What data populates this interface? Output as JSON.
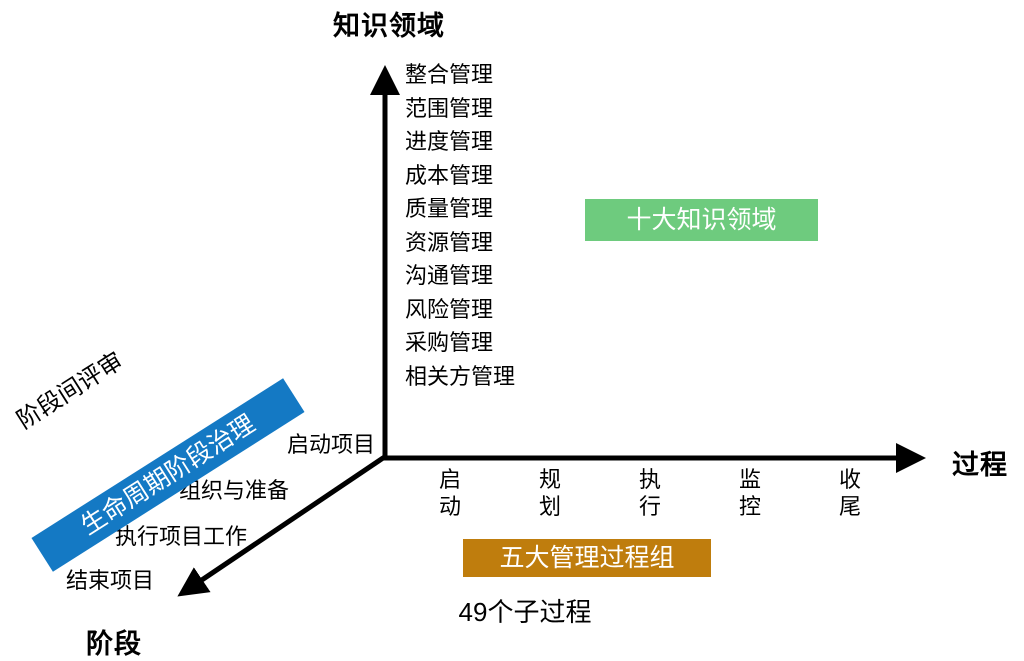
{
  "diagram": {
    "title_knowledge_axis": "知识领域",
    "title_process_axis": "过程",
    "title_phase_axis": "阶段",
    "knowledge_areas": [
      "整合管理",
      "范围管理",
      "进度管理",
      "成本管理",
      "质量管理",
      "资源管理",
      "沟通管理",
      "风险管理",
      "采购管理",
      "相关方管理"
    ],
    "process_groups": [
      {
        "line1": "启",
        "line2": "动"
      },
      {
        "line1": "规",
        "line2": "划"
      },
      {
        "line1": "执",
        "line2": "行"
      },
      {
        "line1": "监",
        "line2": "控"
      },
      {
        "line1": "收",
        "line2": "尾"
      }
    ],
    "phases": [
      "启动项目",
      "组织与准备",
      "执行项目工作",
      "结束项目"
    ],
    "badges": {
      "knowledge": "十大知识领域",
      "process": "五大管理过程组",
      "phase": "生命周期阶段治理"
    },
    "gate_review_label": "阶段间评审",
    "subprocess_note": "49个子过程",
    "colors": {
      "knowledge_badge": "#6ECB7E",
      "process_badge": "#BF7D0D",
      "phase_badge": "#1479C4",
      "axis": "#000000",
      "text": "#000000"
    }
  }
}
